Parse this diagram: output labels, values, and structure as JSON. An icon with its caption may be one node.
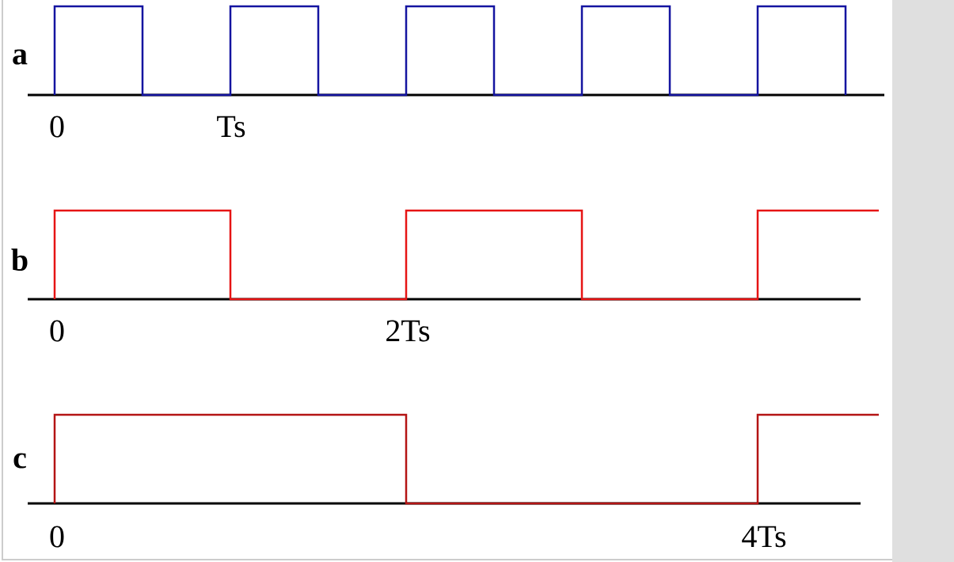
{
  "diagram": {
    "labels": [
      "a",
      "0",
      "Ts",
      "b",
      "0",
      "2Ts",
      "c",
      "0",
      "4Ts"
    ]
  }
}
